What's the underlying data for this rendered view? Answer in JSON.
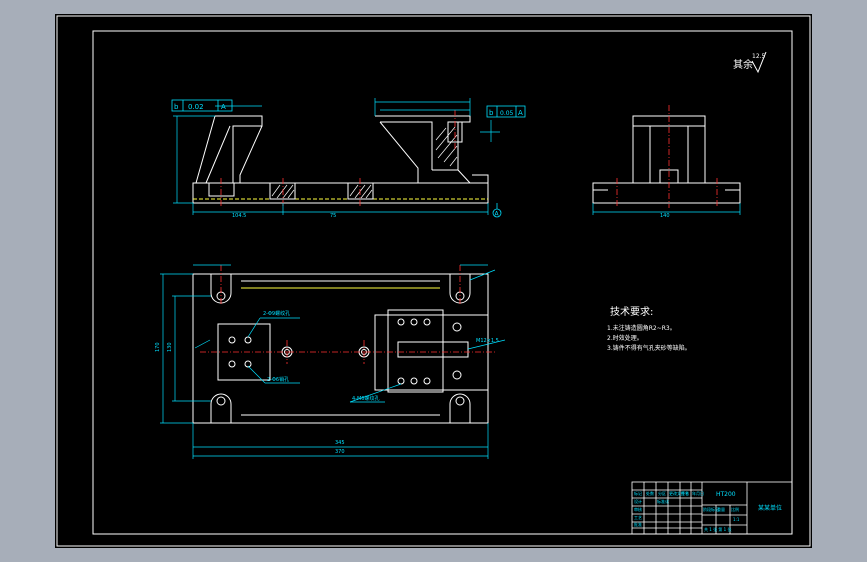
{
  "viewer": {
    "background": "#a7aeb9",
    "sheet_color": "#000000",
    "frame_color": "#ffffff"
  },
  "colors": {
    "outline": "#ffffff",
    "dimension": "#00e0ff",
    "center_line": "#ff3030",
    "datum": "#ffff40",
    "hatch": "#ffffff"
  },
  "drawing": {
    "roughness_note": "其余",
    "roughness_value": "12.5",
    "tolerance_left": "0.02",
    "tolerance_left_datum": "A",
    "tolerance_right": "0.05",
    "tolerance_right_datum": "A",
    "datum_label": "A"
  },
  "dimensions": {
    "front_overall": "75",
    "front_left": "104.5",
    "top_width": "345",
    "top_total": "370",
    "top_height": "170",
    "top_height_inner": "130",
    "side_width": "140",
    "label_hole1": "2-Φ9螺纹孔",
    "label_hole2": "2-Φ6销孔",
    "label_hole3": "4-M6螺纹孔",
    "label_right": "M12×1.5"
  },
  "tech": {
    "title": "技术要求:",
    "lines": [
      "1.未注铸造圆角R2~R3。",
      "2.时效处理。",
      "3.铸件不得有气孔夹砂等缺陷。"
    ]
  },
  "title_block": {
    "part_name": "HT200",
    "company": "某某单位",
    "row_labels": [
      "标记",
      "处数",
      "分区",
      "更改文件号",
      "签名",
      "年月日"
    ],
    "left_rows": [
      "设计",
      "审核",
      "工艺",
      "批准"
    ],
    "mid_labels": [
      "标准化",
      "阶段标记",
      "重量",
      "比例"
    ],
    "scale": "1:1",
    "sheet_info": "共 1 张 第 1 张"
  }
}
